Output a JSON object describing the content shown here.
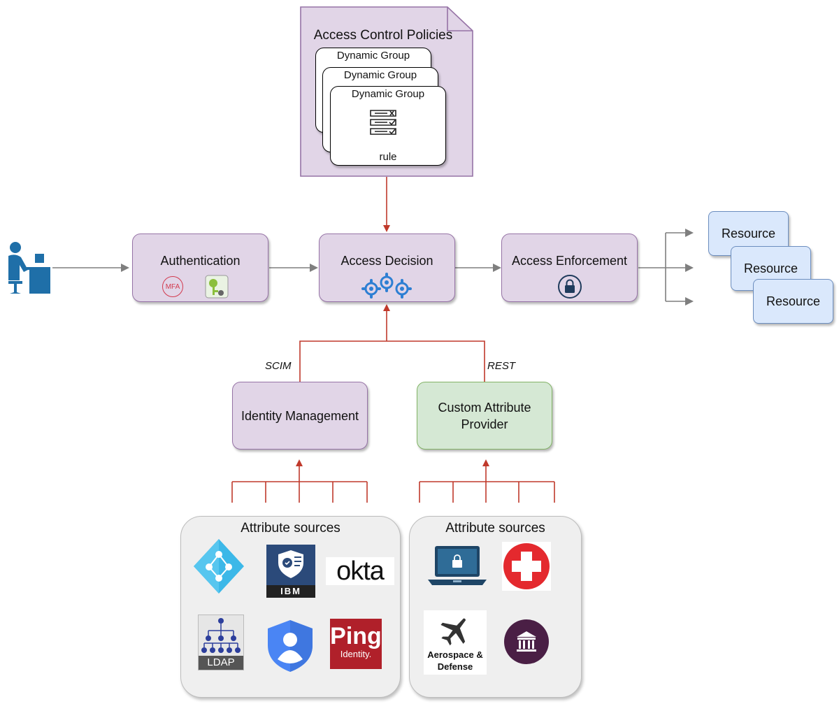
{
  "policies": {
    "title": "Access Control Policies",
    "groups": [
      "Dynamic Group",
      "Dynamic Group",
      "Dynamic Group"
    ],
    "rule_label": "rule"
  },
  "nodes": {
    "authentication": "Authentication",
    "mfa_badge": "MFA",
    "access_decision": "Access Decision",
    "access_enforcement": "Access Enforcement",
    "identity_management": "Identity Management",
    "custom_attr_line1": "Custom Attribute",
    "custom_attr_line2": "Provider"
  },
  "resources": [
    "Resource",
    "Resource",
    "Resource"
  ],
  "protocols": {
    "left": "SCIM",
    "right": "REST"
  },
  "attribute_sources": {
    "left": {
      "title": "Attribute sources",
      "ibm_label": "IBM",
      "okta_label": "okta",
      "ldap_label": "LDAP",
      "ping_line1": "Ping",
      "ping_line2": "Identity."
    },
    "right": {
      "title": "Attribute sources",
      "aero_line1": "Aerospace &",
      "aero_line2": "Defense"
    }
  },
  "colors": {
    "purple_fill": "#e1d5e7",
    "purple_stroke": "#9673a6",
    "green_fill": "#d5e8d4",
    "green_stroke": "#82b366",
    "blue_fill": "#dae8fc",
    "blue_stroke": "#6c8ebf",
    "red_connector": "#c0392b",
    "gray_connector": "#808080",
    "user_icon": "#1f6fa8",
    "gear_icon": "#2d7fd3"
  },
  "icons": [
    "user-at-desk-icon",
    "mfa-icon",
    "key-icon",
    "gears-icon",
    "lock-icon",
    "checklist-icon",
    "azure-ad-icon",
    "ibm-security-icon",
    "okta-logo",
    "ldap-icon",
    "google-identity-icon",
    "ping-identity-logo",
    "laptop-lock-icon",
    "medical-cross-icon",
    "airplane-icon",
    "bank-icon"
  ]
}
